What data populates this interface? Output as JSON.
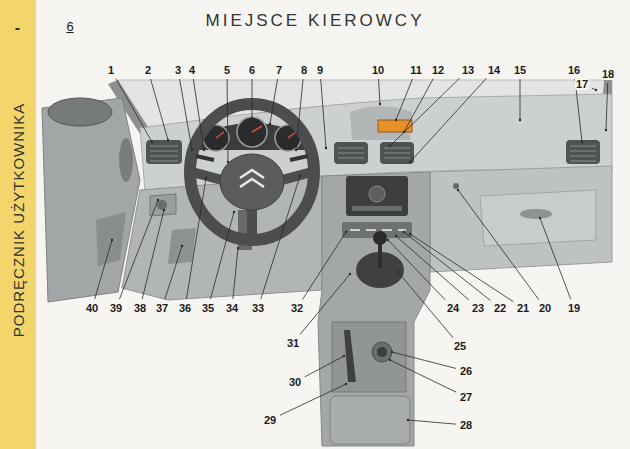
{
  "diagram": {
    "title": "MIEJSCE KIEROWCY",
    "nodes": [
      {
        "text": [
          "-",
          "PODRĘCZNIK UŻYTKOWNIKA"
        ]
      }
    ],
    "labels": [
      "6",
      "1",
      "2",
      "3",
      "4",
      "5",
      "6",
      "7",
      "8",
      "9",
      "10",
      "11",
      "12",
      "13",
      "14",
      "15",
      "16",
      "17",
      "18",
      "19",
      "20",
      "21",
      "22",
      "23",
      "24",
      "25",
      "26",
      "27",
      "28",
      "29",
      "30",
      "31",
      "32",
      "33",
      "34",
      "35",
      "36",
      "37",
      "38",
      "39",
      "40"
    ]
  }
}
